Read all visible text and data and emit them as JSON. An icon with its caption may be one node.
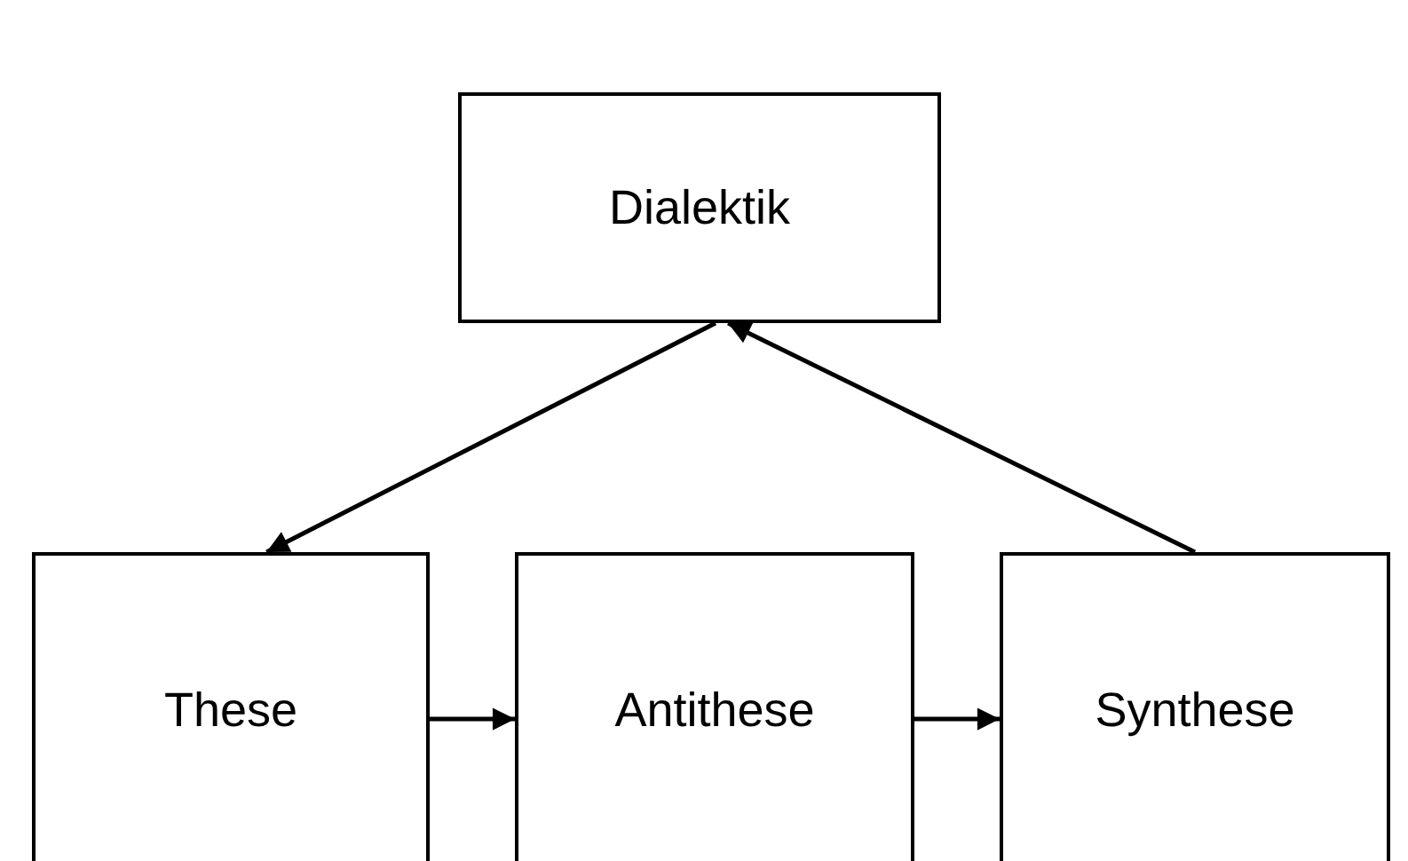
{
  "diagram": {
    "nodes": [
      {
        "text": [
          "Dialektik"
        ]
      },
      {
        "text": [
          "These"
        ]
      },
      {
        "text": [
          "Antithese"
        ]
      },
      {
        "text": [
          "Synthese"
        ]
      }
    ],
    "edges": [
      {
        "from": 0,
        "to": 1,
        "arrow": "to"
      },
      {
        "from": 1,
        "to": 2,
        "arrow": "to"
      },
      {
        "from": 2,
        "to": 3,
        "arrow": "to"
      },
      {
        "from": 3,
        "to": 0,
        "arrow": "to"
      }
    ]
  }
}
